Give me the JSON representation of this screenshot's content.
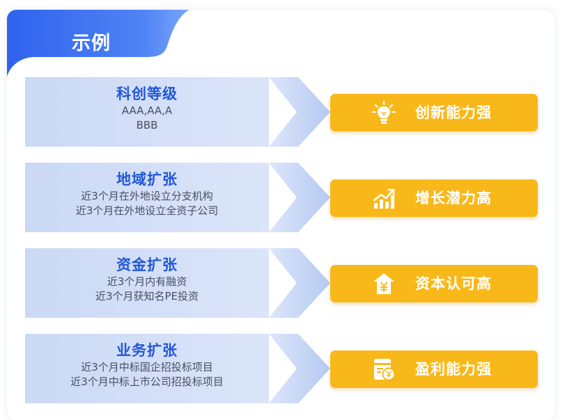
{
  "title": "示例",
  "rows": [
    {
      "left_title": "科创等级",
      "left_lines": [
        "AAA,AA,A",
        "BBB"
      ],
      "result": "创新能力强",
      "icon": "lightbulb-icon"
    },
    {
      "left_title": "地域扩张",
      "left_lines": [
        "近3个月在外地设立分支机构",
        "近3个月在外地设立全资子公司"
      ],
      "result": "增长潜力高",
      "icon": "growth-chart-icon"
    },
    {
      "left_title": "资金扩张",
      "left_lines": [
        "近3个月内有融资",
        "近3个月获知名PE投资"
      ],
      "result": "资本认可高",
      "icon": "yuan-house-icon"
    },
    {
      "left_title": "业务扩张",
      "left_lines": [
        "近3个月中标国企招投标项目",
        "近3个月中标上市公司招投标项目"
      ],
      "result": "盈利能力强",
      "icon": "yuan-document-icon"
    }
  ],
  "colors": {
    "tab_blue": "#3a6cf0",
    "title_blue": "#2157d8",
    "pill_orange": "#f9b81a",
    "box_bg": "#d4e0f8"
  }
}
